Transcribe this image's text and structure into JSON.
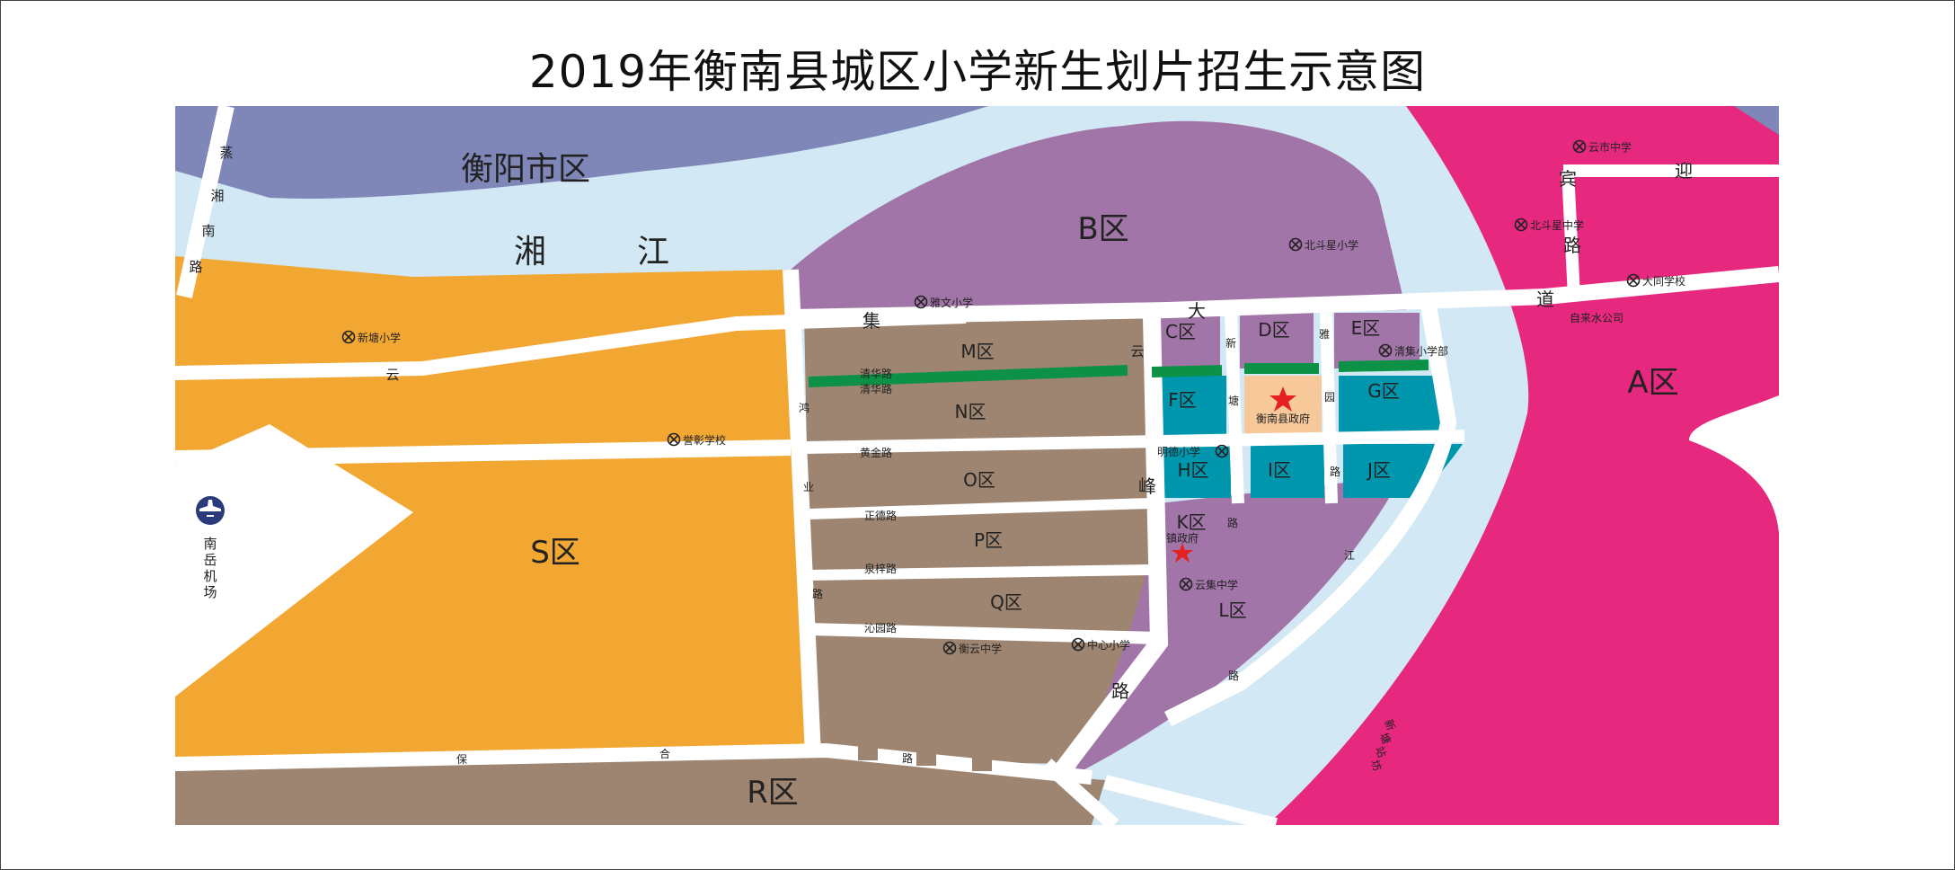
{
  "title": "2019年衡南县城区小学新生划片招生示意图",
  "colors": {
    "hengyang": "#7f86b8",
    "river": "#d2e8f4",
    "zone_a": "#e6287f",
    "zone_b": "#a275a8",
    "zone_s": "#f2a733",
    "zone_brown": "#9d8571",
    "zone_teal": "#0096ad",
    "green_road": "#0c9146",
    "gov_block": "#f6c89a",
    "road": "#ffffff"
  },
  "areas": {
    "hengyang": "衡阳市区",
    "river_1": "湘",
    "river_2": "江",
    "a": "A区",
    "b": "B区",
    "c": "C区",
    "d": "D区",
    "e": "E区",
    "f": "F区",
    "g": "G区",
    "h": "H区",
    "i": "I区",
    "j": "J区",
    "k": "K区",
    "l": "L区",
    "m": "M区",
    "n": "N区",
    "o": "O区",
    "p": "P区",
    "q": "Q区",
    "r": "R区",
    "s": "S区"
  },
  "roads": {
    "xiangnan": [
      "蒸",
      "湘",
      "南",
      "路"
    ],
    "jiyun_da": [
      "集",
      "大",
      "道"
    ],
    "yun": "云",
    "yingbin": [
      "宾",
      "迎",
      "路"
    ],
    "yunxin": [
      "云",
      "新"
    ],
    "yayuan": [
      "雅",
      "塘",
      "园"
    ],
    "qinghua1": "清华路",
    "qinghua2": "清华路",
    "hongye": [
      "鸿",
      "业",
      "路"
    ],
    "huangjin": "黄金路",
    "zhengde": "正德路",
    "quanzi": "泉梓路",
    "qinyuan": "沁园路",
    "feng": "峰",
    "lu_k": "路",
    "lu_i": "路",
    "lu_mid": "路",
    "lu_l": "路",
    "jiang": "江",
    "baohe": [
      "保",
      "合",
      "路"
    ],
    "xintang": [
      "新",
      "塘",
      "站",
      "坊"
    ]
  },
  "pois": {
    "yunshi": "云市中学",
    "beidouxing_zx": "北斗星中学",
    "datong": "大同学校",
    "zilaishui": "自来水公司",
    "beidouxing_xx": "北斗星小学",
    "yawen": "雅文小学",
    "xintang": "新塘小学",
    "yuzhang": "誉彰学校",
    "qingji": "清集小学部",
    "gov": "衡南县政府",
    "mingde": "明德小学",
    "zhenzhengfu": "镇政府",
    "yunji": "云集中学",
    "hengyun": "衡云中学",
    "zhongxin": "中心小学",
    "airport": [
      "南",
      "岳",
      "机",
      "场"
    ]
  },
  "icons": {
    "school": "school-icon",
    "airport": "airplane-icon",
    "gov": "star-icon"
  }
}
